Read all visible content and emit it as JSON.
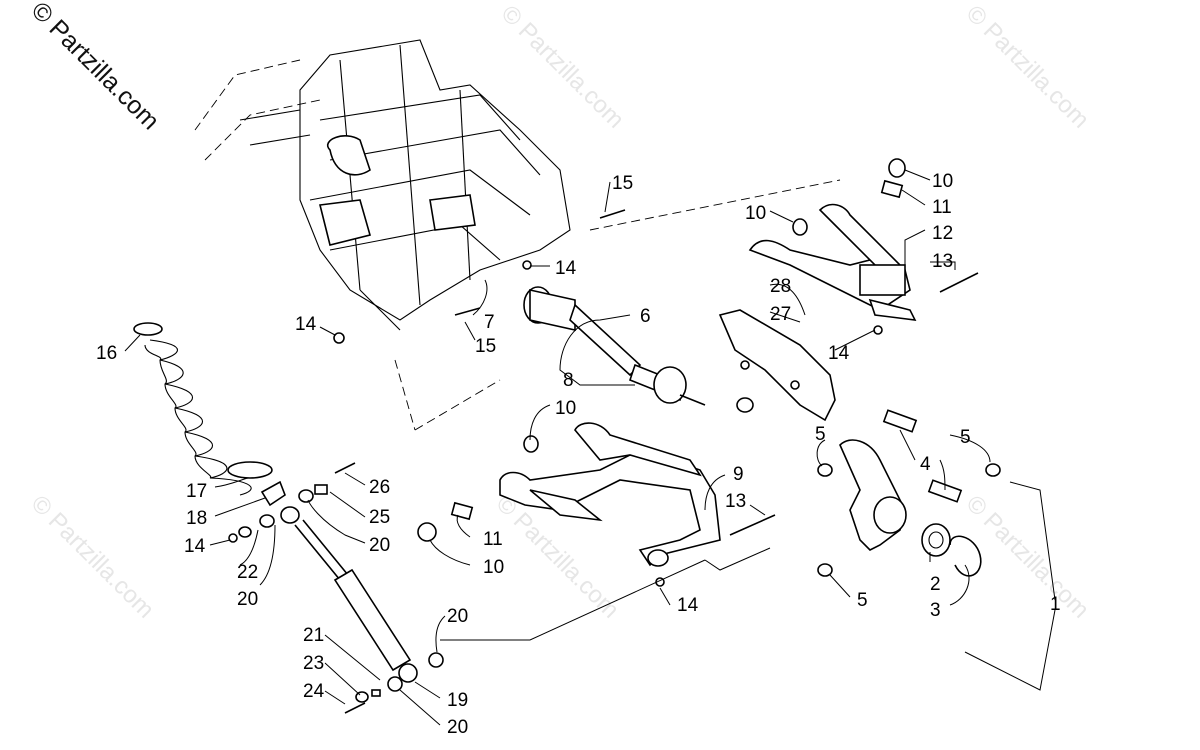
{
  "watermark": {
    "main_text": "© Partzilla.com",
    "faint_text": "© Partzilla.com"
  },
  "callouts": {
    "c1": "1",
    "c2": "2",
    "c3": "3",
    "c4": "4",
    "c5a": "5",
    "c5b": "5",
    "c5c": "5",
    "c6": "6",
    "c7": "7",
    "c8": "8",
    "c9": "9",
    "c10a": "10",
    "c10b": "10",
    "c10c": "10",
    "c10d": "10",
    "c11a": "11",
    "c11b": "11",
    "c12": "12",
    "c13a": "13",
    "c13b": "13",
    "c14a": "14",
    "c14b": "14",
    "c14c": "14",
    "c14d": "14",
    "c14e": "14",
    "c15a": "15",
    "c15b": "15",
    "c16": "16",
    "c17": "17",
    "c18": "18",
    "c19": "19",
    "c20a": "20",
    "c20b": "20",
    "c20c": "20",
    "c20d": "20",
    "c21": "21",
    "c22": "22",
    "c23": "23",
    "c24": "24",
    "c25": "25",
    "c26": "26",
    "c27": "27",
    "c28": "28"
  },
  "colors": {
    "line": "#000000",
    "watermark_faint": "#e6e6e6",
    "background": "#ffffff"
  }
}
